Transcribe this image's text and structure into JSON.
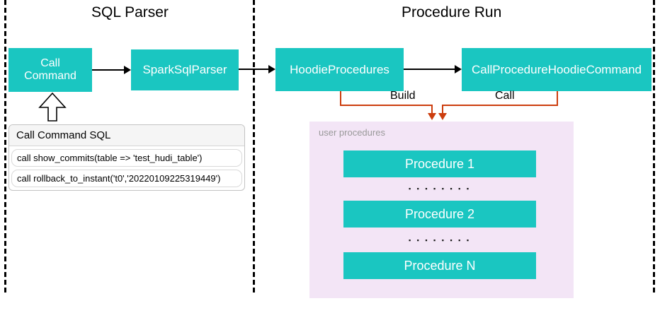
{
  "sections": {
    "sql_parser": {
      "title": "SQL Parser",
      "nodes": {
        "call_command": "Call Command",
        "spark_sql_parser": "SparkSqlParser"
      },
      "sql_panel": {
        "header": "Call Command SQL",
        "rows": [
          "call show_commits(table => 'test_hudi_table')",
          "call rollback_to_instant('t0','20220109225319449')"
        ]
      }
    },
    "procedure_run": {
      "title": "Procedure Run",
      "nodes": {
        "hoodie_procedures": "HoodieProcedures",
        "call_procedure_hoodie_command": "CallProcedureHoodieCommand"
      },
      "edge_labels": {
        "build": "Build",
        "call": "Call"
      },
      "user_procedures": {
        "label": "user procedures",
        "items": [
          "Procedure 1",
          "Procedure 2",
          "Procedure N"
        ],
        "ellipsis": "▪ ▪ ▪ ▪ ▪ ▪ ▪ ▪"
      }
    }
  },
  "colors": {
    "node_teal": "#1AC6C1",
    "connector_orange": "#CC3D0E",
    "user_panel_purple": "#F3E5F6",
    "panel_header_gray": "#F5F5F5",
    "muted_label_gray": "#999999",
    "arrow_black": "#000000"
  }
}
